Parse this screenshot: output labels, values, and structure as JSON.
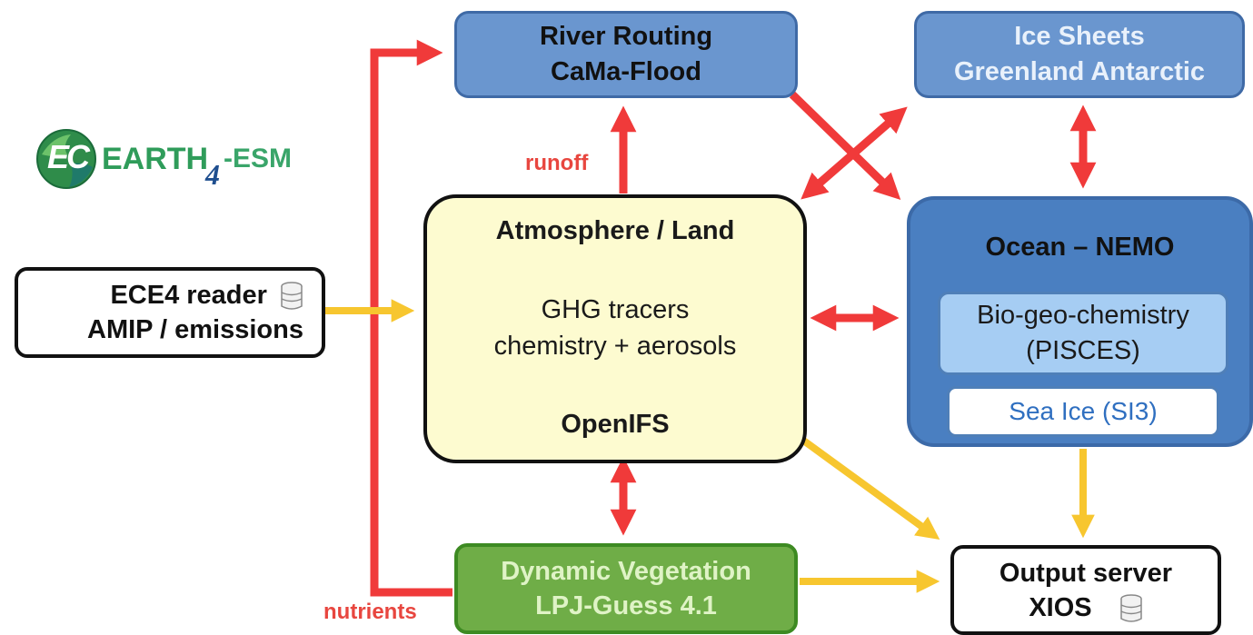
{
  "logo": {
    "ec": "EC",
    "earth": "EARTH",
    "four": "4",
    "esm": "-ESM"
  },
  "boxes": {
    "river": {
      "line1": "River Routing",
      "line2": "CaMa-Flood"
    },
    "ice": {
      "line1": "Ice Sheets",
      "line2": "Greenland Antarctic"
    },
    "atmosphere": {
      "title": "Atmosphere / Land",
      "line1": "GHG tracers",
      "line2": "chemistry + aerosols",
      "footer": "OpenIFS"
    },
    "ocean": {
      "title": "Ocean – NEMO",
      "bio_line1": "Bio-geo-chemistry",
      "bio_line2": "(PISCES)",
      "sea_ice": "Sea Ice (SI3)"
    },
    "reader": {
      "line1": "ECE4 reader",
      "line2": "AMIP / emissions"
    },
    "vegetation": {
      "line1": "Dynamic Vegetation",
      "line2": "LPJ-Guess 4.1"
    },
    "output": {
      "line1": "Output server",
      "line2": "XIOS"
    }
  },
  "labels": {
    "runoff": "runoff",
    "nutrients": "nutrients"
  },
  "icons": {
    "database": "database-icon"
  },
  "colors": {
    "red_arrow": "#f03a3a",
    "yellow_arrow": "#f7c62f",
    "blue_box": "#6a96cf",
    "ocean_box": "#4a7fc1",
    "atmosphere_box": "#fdfbd0",
    "vegetation_box": "#6fad47"
  }
}
